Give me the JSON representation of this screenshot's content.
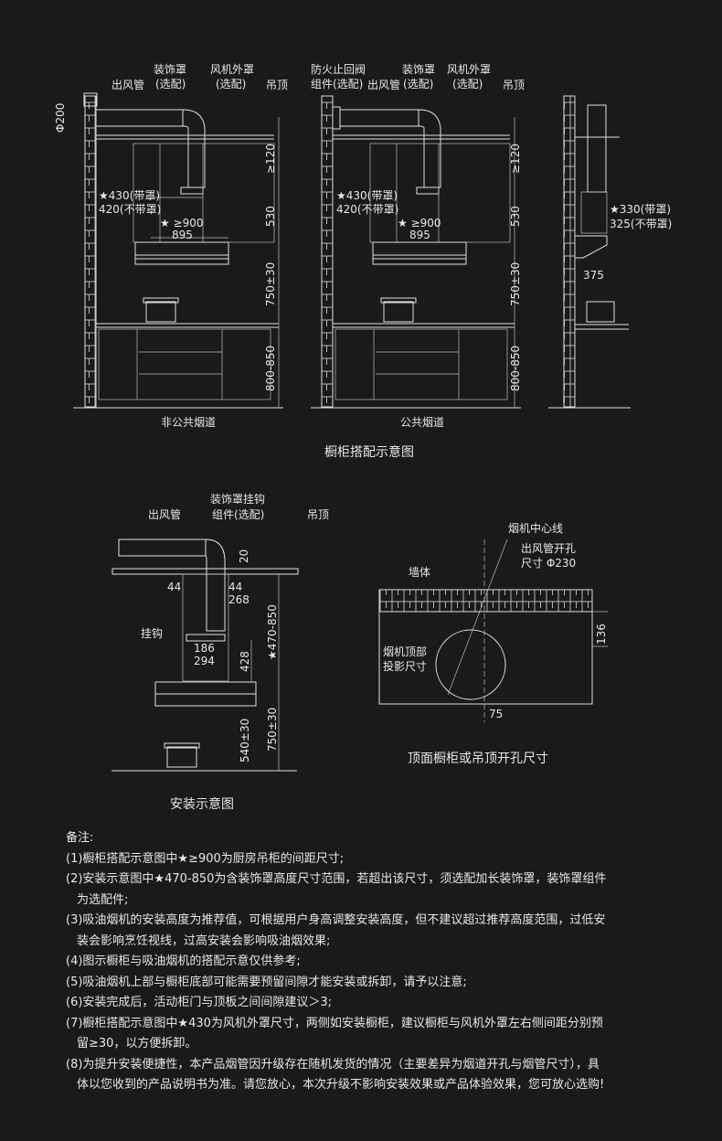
{
  "diagram1": {
    "caption": "非公共烟道",
    "labels": {
      "outlet": "出风管",
      "decor1": "装饰罩",
      "decor2": "(选配)",
      "fan1": "风机外罩",
      "fan2": "(选配)",
      "ceiling": "吊顶"
    },
    "dims": {
      "phi": "Φ200",
      "gap": "≥120",
      "h530": "530",
      "w430": "★430(带罩)",
      "w420": "420(不带罩)",
      "w900": "★ ≥900",
      "w895": "895",
      "h750": "750±30",
      "h800": "800-850"
    }
  },
  "diagram2": {
    "caption": "公共烟道",
    "labels": {
      "valve1": "防火止回阀",
      "valve2": "组件(选配)",
      "outlet": "出风管",
      "decor1": "装饰罩",
      "decor2": "(选配)",
      "fan1": "风机外罩",
      "fan2": "(选配)",
      "ceiling": "吊顶"
    },
    "dims": {
      "gap": "≥120",
      "h530": "530",
      "w430": "★430(带罩)",
      "w420": "420(不带罩)",
      "w900": "★ ≥900",
      "w895": "895",
      "h750": "750±30",
      "h800": "800-850"
    }
  },
  "diagram3": {
    "dims": {
      "d330": "★330(带罩)",
      "d325": "325(不带罩)",
      "d375": "375"
    }
  },
  "cabinet_title": "橱柜搭配示意图",
  "install": {
    "title": "安装示意图",
    "labels": {
      "outlet": "出风管",
      "hook1": "装饰罩挂钩",
      "hook2": "组件(选配)",
      "ceiling": "吊顶",
      "hook": "挂钩"
    },
    "dims": {
      "d20": "20",
      "d44a": "44",
      "d44b": "44",
      "d268": "268",
      "d186": "186",
      "d294": "294",
      "d428": "428",
      "d470": "★470-850",
      "d540": "540±30",
      "d750": "750±30"
    }
  },
  "topview": {
    "title": "顶面橱柜或吊顶开孔尺寸",
    "labels": {
      "center": "烟机中心线",
      "hole1": "出风管开孔",
      "hole2": "尺寸 Φ230",
      "wall": "墙体",
      "proj1": "烟机顶部",
      "proj2": "投影尺寸"
    },
    "dims": {
      "d136": "136",
      "d75": "75"
    }
  },
  "notes": {
    "title": "备注:",
    "items": [
      "(1)橱柜搭配示意图中★≥900为厨房吊柜的间距尺寸;",
      "(2)安装示意图中★470-850为含装饰罩高度尺寸范围，若超出该尺寸，须选配加长装饰罩，装饰罩组件",
      "为选配件;",
      "(3)吸油烟机的安装高度为推荐值，可根据用户身高调整安装高度，但不建议超过推荐高度范围，过低安",
      "装会影响烹饪视线，过高安装会影响吸油烟效果;",
      "(4)图示橱柜与吸油烟机的搭配示意仅供参考;",
      "(5)吸油烟机上部与橱柜底部可能需要预留间隙才能安装或拆卸，请予以注意;",
      "(6)安装完成后，活动柜门与顶板之间间隙建议＞3;",
      "(7)橱柜搭配示意图中★430为风机外罩尺寸，两侧如安装橱柜，建议橱柜与风机外罩左右侧间距分别预",
      "留≥30，以方便拆卸。",
      "(8)为提升安装便捷性，本产品烟管因升级存在随机发货的情况（主要差异为烟道开孔与烟管尺寸），具",
      "体以您收到的产品说明书为准。请您放心，本次升级不影响安装效果或产品体验效果，您可放心选购!"
    ]
  }
}
